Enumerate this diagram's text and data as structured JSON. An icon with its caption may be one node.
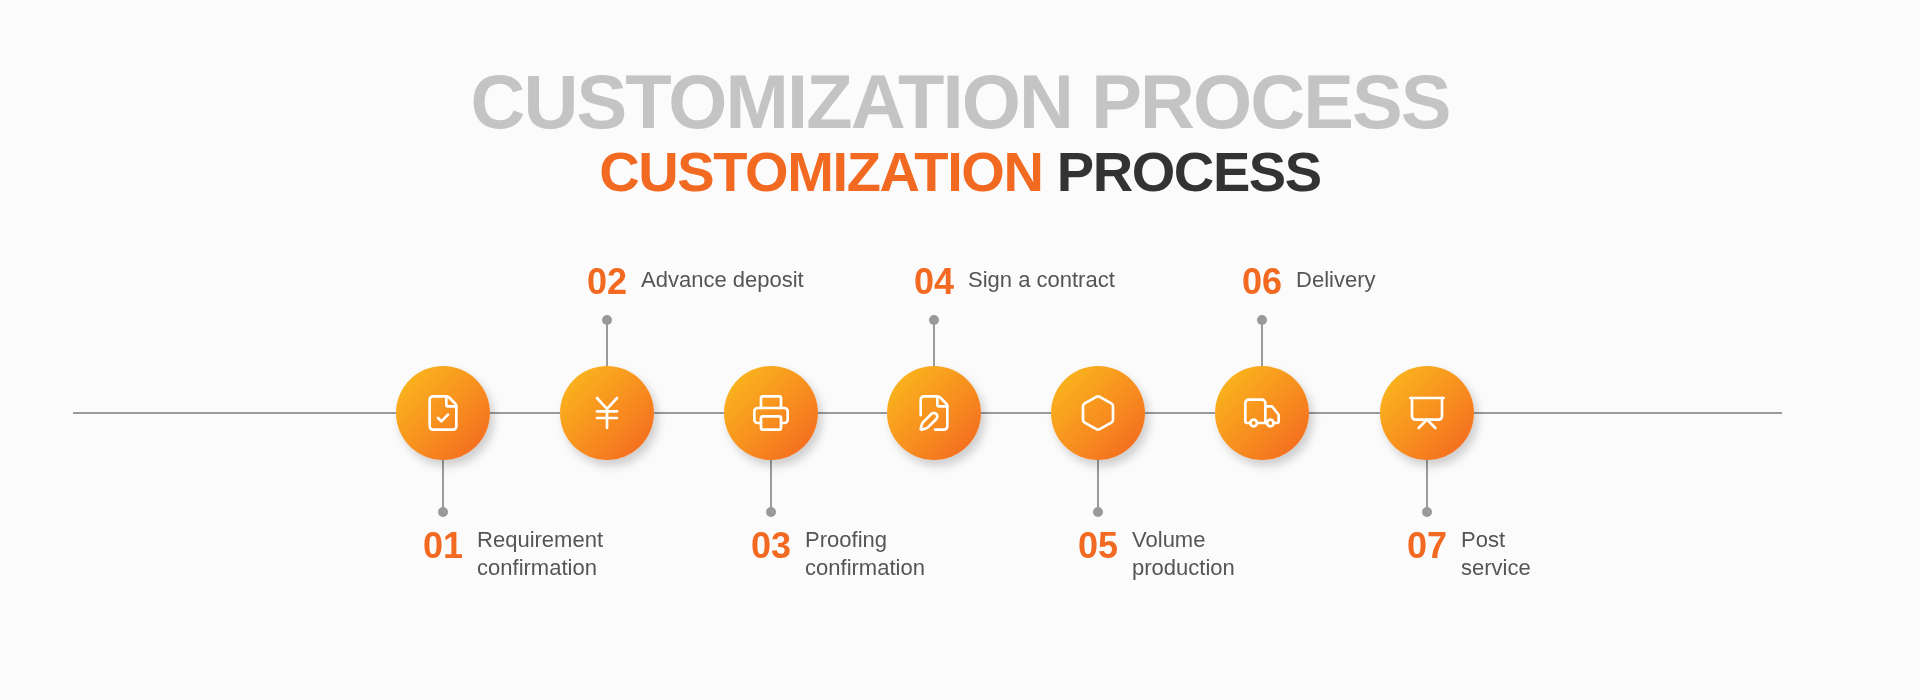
{
  "diagram": {
    "title": "CUSTOMIZATION PROCESS",
    "nodes": [
      {
        "text": [],
        "shape": "circle"
      },
      {
        "text": [],
        "shape": "circle"
      },
      {
        "text": [],
        "shape": "circle"
      },
      {
        "text": [],
        "shape": "circle"
      },
      {
        "text": [],
        "shape": "circle"
      },
      {
        "text": [],
        "shape": "circle"
      },
      {
        "text": [],
        "shape": "circle"
      },
      {
        "text": [
          "01",
          "Requirement confirmation"
        ]
      },
      {
        "text": [
          "02",
          "Advance deposit"
        ]
      },
      {
        "text": [
          "03",
          "Proofing confirmation"
        ]
      },
      {
        "text": [
          "04",
          "Sign a contract"
        ]
      },
      {
        "text": [
          "05",
          "Volume production"
        ]
      },
      {
        "text": [
          "06",
          "Delivery"
        ]
      },
      {
        "text": [
          "07",
          "Post service"
        ]
      }
    ],
    "edges": [
      {
        "from": null,
        "to": 0,
        "arrow": "none"
      },
      {
        "from": 0,
        "to": 1,
        "arrow": "none"
      },
      {
        "from": 1,
        "to": 2,
        "arrow": "none"
      },
      {
        "from": 2,
        "to": 3,
        "arrow": "none"
      },
      {
        "from": 3,
        "to": 4,
        "arrow": "none"
      },
      {
        "from": 4,
        "to": 5,
        "arrow": "none"
      },
      {
        "from": 5,
        "to": 6,
        "arrow": "none"
      },
      {
        "from": 6,
        "to": null,
        "arrow": "none"
      },
      {
        "from": 7,
        "to": 0,
        "arrow": "other"
      },
      {
        "from": 8,
        "to": 1,
        "arrow": "other"
      },
      {
        "from": 9,
        "to": 2,
        "arrow": "other"
      },
      {
        "from": 10,
        "to": 3,
        "arrow": "other"
      },
      {
        "from": 11,
        "to": 4,
        "arrow": "other"
      },
      {
        "from": 12,
        "to": 5,
        "arrow": "other"
      },
      {
        "from": 13,
        "to": 6,
        "arrow": "other"
      }
    ],
    "labels": [
      "CUSTOMIZATION PROCESS"
    ]
  }
}
